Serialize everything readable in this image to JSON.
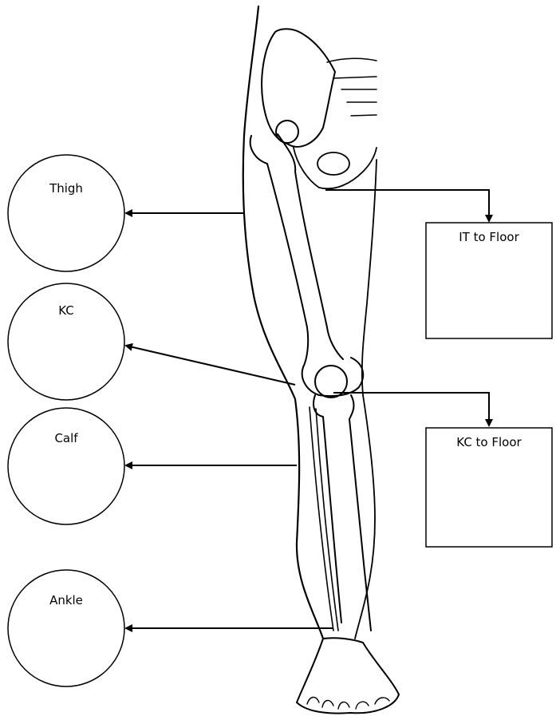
{
  "measurement_points": [
    {
      "label": "Thigh"
    },
    {
      "label": "KC"
    },
    {
      "label": "Calf"
    },
    {
      "label": "Ankle"
    }
  ],
  "floor_measurements": [
    {
      "label": "IT to Floor"
    },
    {
      "label": "KC to Floor"
    }
  ],
  "colors": {
    "line": "#000000",
    "background": "#ffffff"
  }
}
